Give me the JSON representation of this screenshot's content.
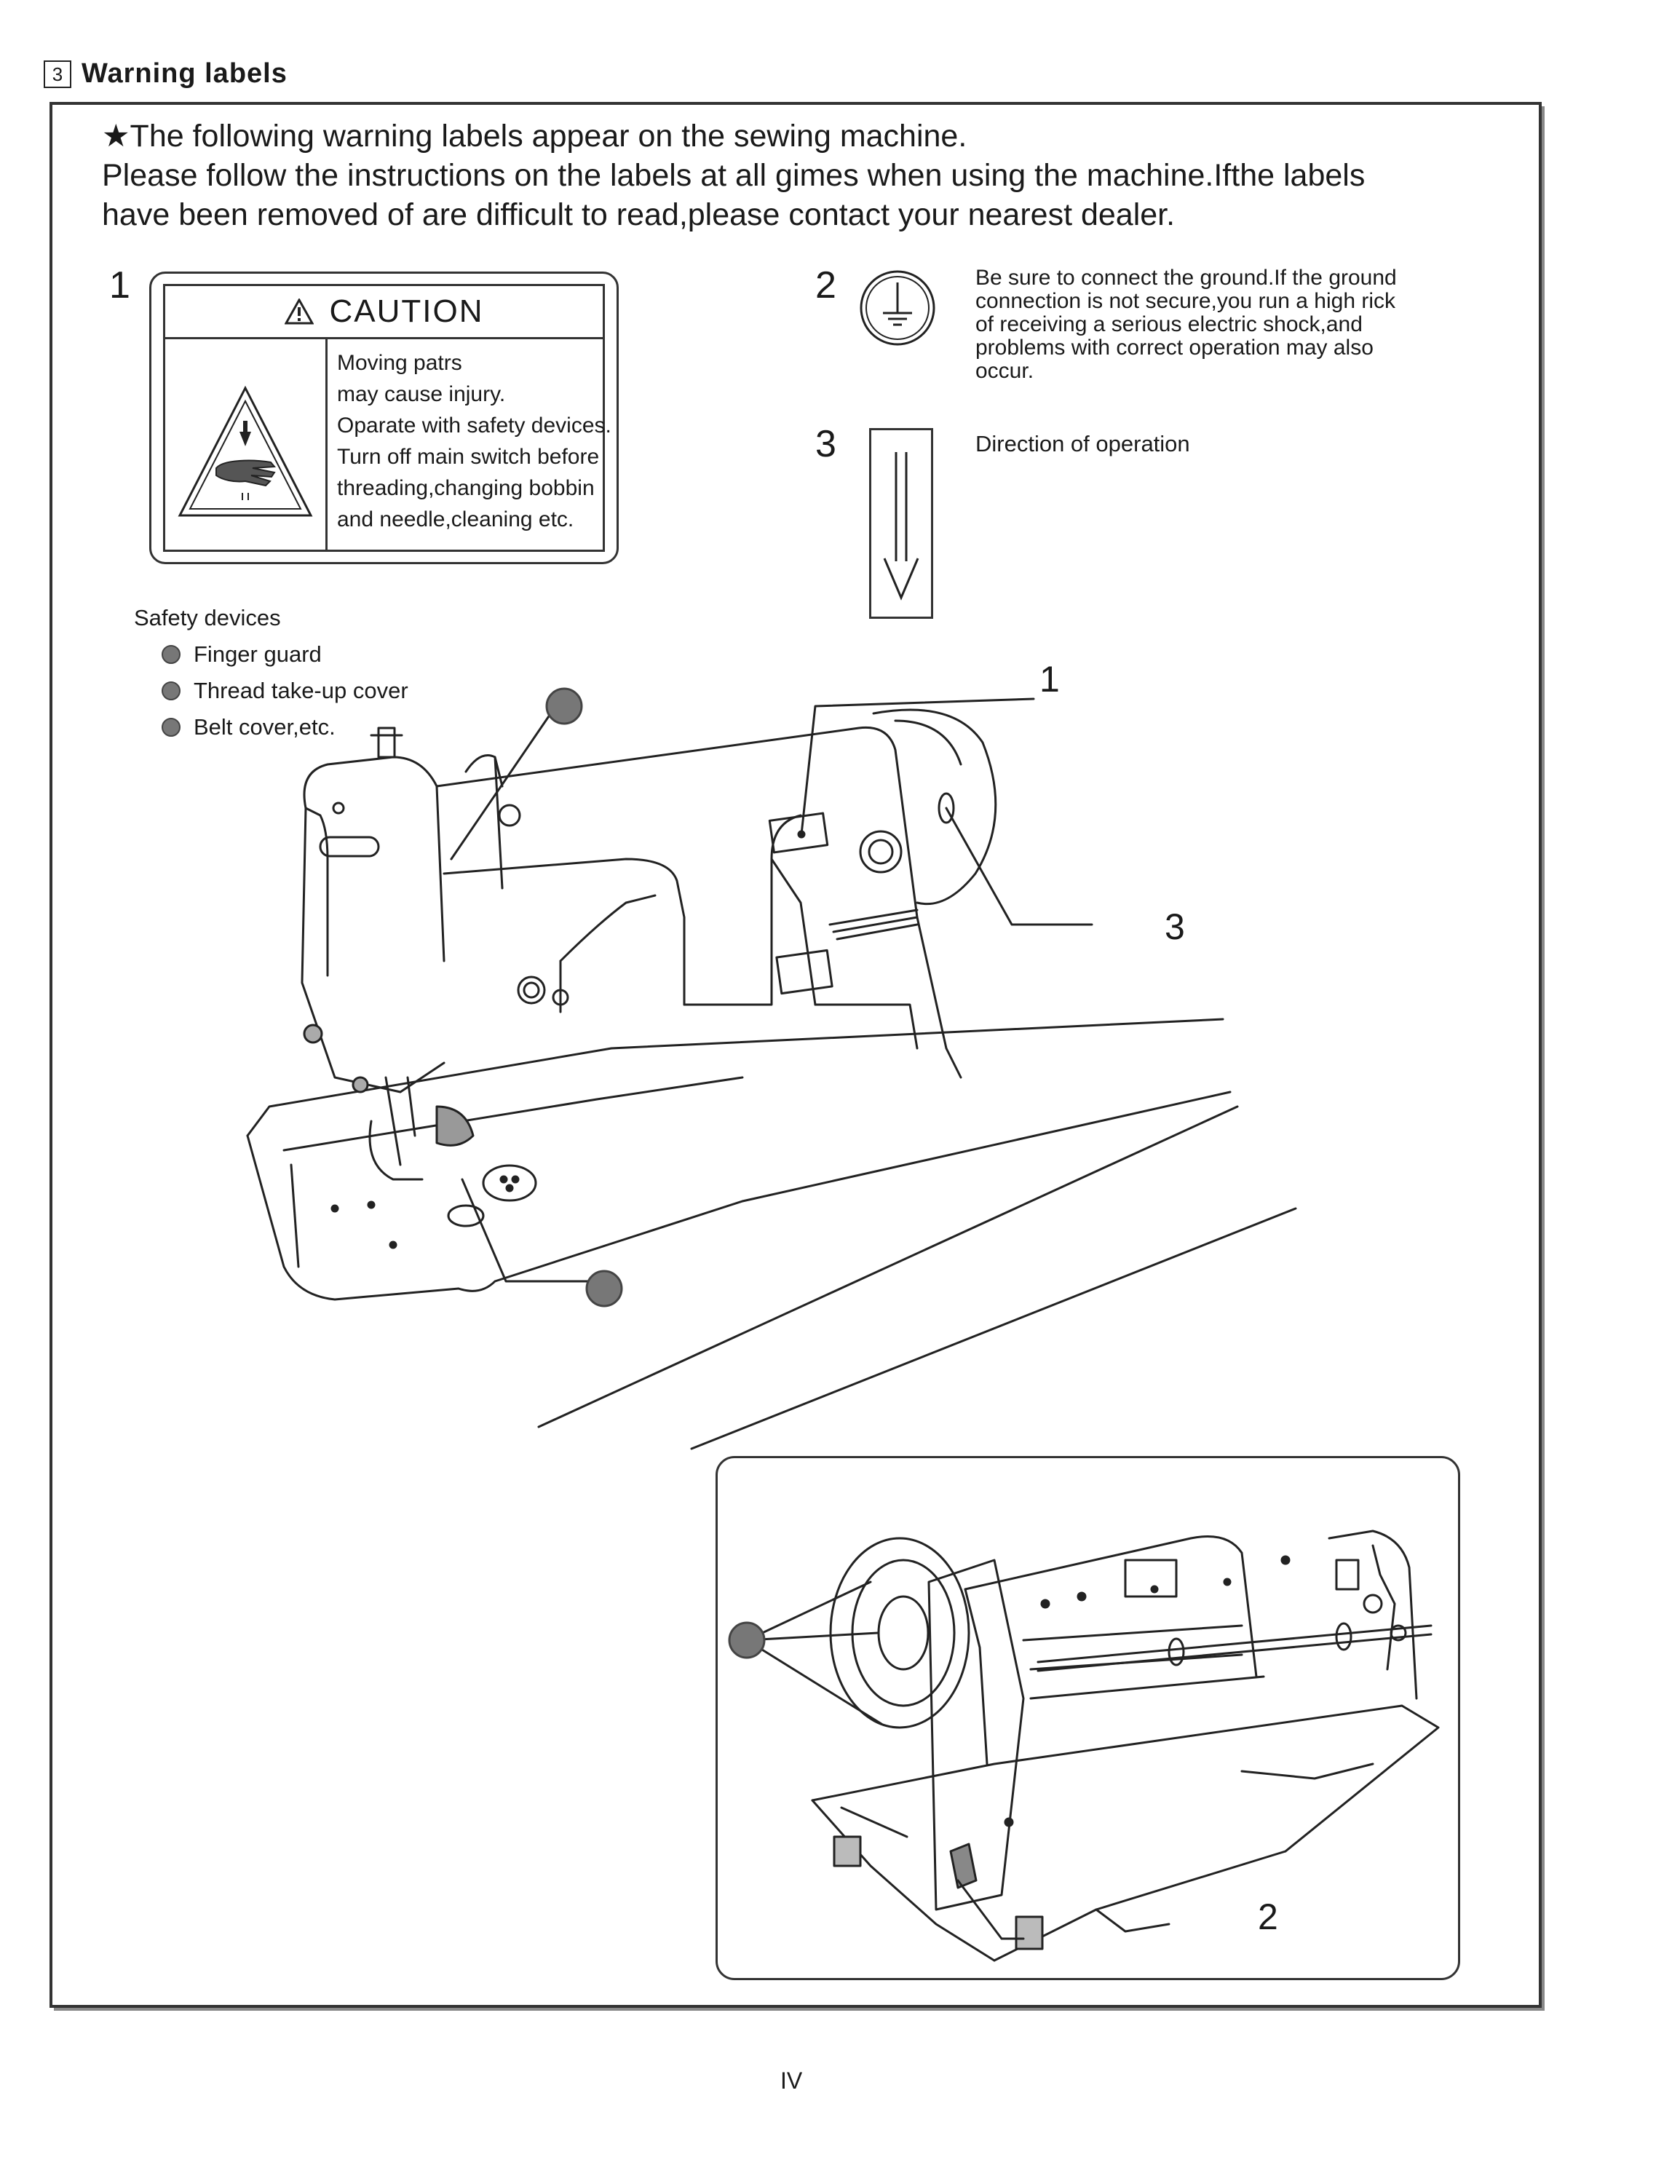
{
  "section": {
    "number": "3",
    "title": "Warning labels"
  },
  "intro": {
    "line1": "★The following warning labels appear on the sewing machine.",
    "line2": "Please follow the instructions on the labels at all gimes when using the machine.Ifthe labels",
    "line3": "have been removed of are difficult to read,please contact your nearest dealer."
  },
  "label1": {
    "number": "1",
    "title": "CAUTION",
    "lines": [
      "Moving patrs",
      "may cause injury.",
      "Oparate with safety devices.",
      "Turn off main switch before",
      "threading,changing bobbin",
      "and needle,cleaning etc."
    ]
  },
  "label2": {
    "number": "2",
    "lines": [
      "Be sure to connect the ground.If the ground",
      "connection is not secure,you run a high rick",
      "of receiving a serious electric shock,and",
      "problems with correct operation may also",
      "occur."
    ]
  },
  "label3": {
    "number": "3",
    "text": "Direction of operation"
  },
  "safety": {
    "heading": "Safety devices",
    "items": [
      "Finger guard",
      "Thread take-up cover",
      "Belt cover,etc."
    ]
  },
  "callouts": {
    "c1": "1",
    "c2": "2",
    "c3": "3"
  },
  "page_number": "IV",
  "colors": {
    "ink": "#1a1a1a",
    "marker": "#777777"
  }
}
